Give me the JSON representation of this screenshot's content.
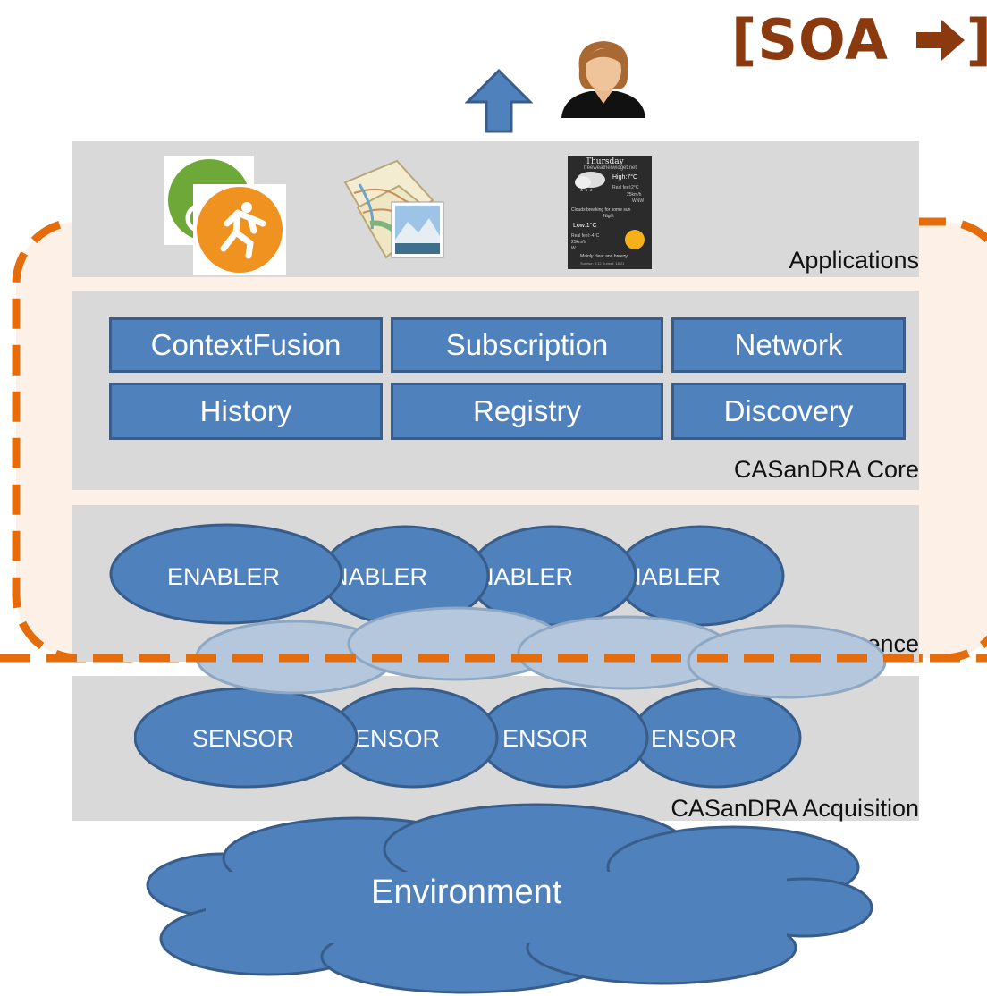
{
  "header": {
    "soa_label": "[SOA"
  },
  "layers": {
    "applications": {
      "label": "Applications",
      "icons": [
        "fitness-app-icon",
        "map-app-icon",
        "weather-app-icon"
      ],
      "weather": {
        "day": "Thursday",
        "site": "freeweatherwidget.net",
        "high": "High:7°C",
        "real_feel": "Real feel:2°C",
        "wind": "25km/h",
        "dir": "WNW",
        "desc": "Clouds breaking for some sun",
        "night": "Night",
        "low": "Low:1°C",
        "real_feel_night": "Real feel:-4°C",
        "wind_night": "25km/h",
        "dir_night": "W",
        "desc_night": "Mainly clear and breezy",
        "sun": "Sunrise: 8:12 Sunset: 18:21"
      }
    },
    "core": {
      "label": "CASanDRA Core",
      "row1": [
        "ContextFusion",
        "Subscription",
        "Network"
      ],
      "row2": [
        "History",
        "Registry",
        "Discovery"
      ]
    },
    "inference": {
      "label": "CASanDRA Context inference",
      "enablers": [
        "ENABLER",
        "NABLER",
        "NABLER",
        "NABLER"
      ]
    },
    "acquisition": {
      "label": "CASanDRA Acquisition",
      "sensors": [
        "SENSOR",
        "ENSOR",
        "ENSOR",
        "ENSOR"
      ]
    }
  },
  "environment": {
    "label": "Environment"
  },
  "colors": {
    "box_fill": "#4f81bd",
    "box_border": "#385d8a",
    "dash_border": "#e46c0a",
    "region_fill": "#fdf1e7",
    "layer_fill": "#d9d9d9",
    "soa_text": "#8b3a10"
  }
}
